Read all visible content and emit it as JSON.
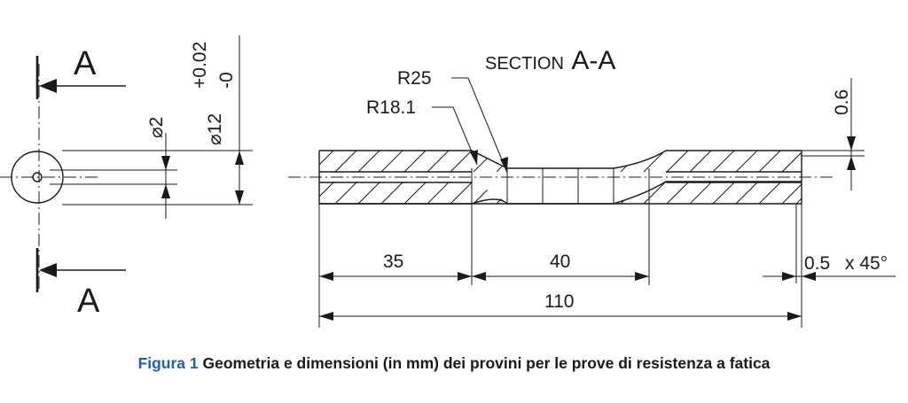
{
  "section_marks": {
    "top": "A",
    "bottom": "A"
  },
  "section_title": {
    "prefix": "SECTION",
    "name": "A-A"
  },
  "dimensions": {
    "bore_diameter": "⌀2",
    "outer_diameter": "⌀12",
    "tol_upper": "+0.02",
    "tol_lower": "-0",
    "radius_large": "R25",
    "radius_small": "R18.1",
    "wall": "0.6",
    "len_left": "35",
    "len_gauge": "40",
    "len_total": "110",
    "chamfer_size": "0.5",
    "chamfer_angle": "x 45°"
  },
  "caption": {
    "label": "Figura 1",
    "text": "Geometria e dimensioni (in mm) dei provini per le prove di resistenza a fatica"
  }
}
